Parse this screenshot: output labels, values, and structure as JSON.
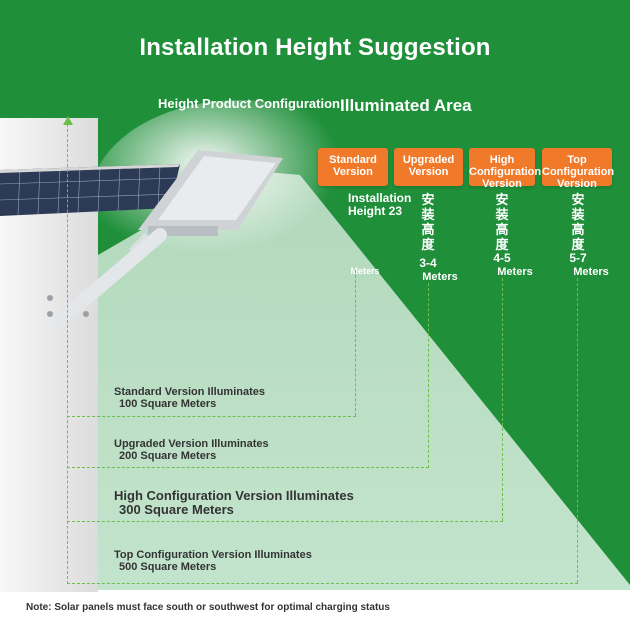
{
  "header": {
    "title": "Installation Height Suggestion",
    "left_subtitle": "Height Product Configuration",
    "right_subtitle": "Illuminated Area"
  },
  "badges": [
    {
      "label": "Standard Version"
    },
    {
      "label": "Upgraded Version"
    },
    {
      "label": "High Configuration Version"
    },
    {
      "label": "Top Configuration Version"
    }
  ],
  "heights": {
    "installation_title": "Installation Height 23",
    "col1": {
      "value": "",
      "unit": "Meters"
    },
    "col2": {
      "vertical_text": "安装高度",
      "value": "3-4",
      "unit": "Meters"
    },
    "col3": {
      "vertical_text": "安装高度",
      "value": "4-5",
      "unit": "Meters"
    },
    "col4": {
      "vertical_text": "安装高度",
      "value": "5-7",
      "unit": "Meters"
    }
  },
  "areas": [
    {
      "line1": "Standard Version Illuminates",
      "line2": "100 Square Meters"
    },
    {
      "line1": "Upgraded Version Illuminates",
      "line2": "200 Square Meters"
    },
    {
      "line1": "High Configuration Version Illuminates",
      "line2": "300 Square Meters"
    },
    {
      "line1": "Top Configuration Version Illuminates",
      "line2": "500 Square Meters"
    }
  ],
  "footer": {
    "note": "Note: Solar panels must face south or southwest for optimal charging status"
  },
  "colors": {
    "background_green": "#1f8f3a",
    "badge_orange": "#f07a2a",
    "dash_green": "#6bbf4a"
  }
}
